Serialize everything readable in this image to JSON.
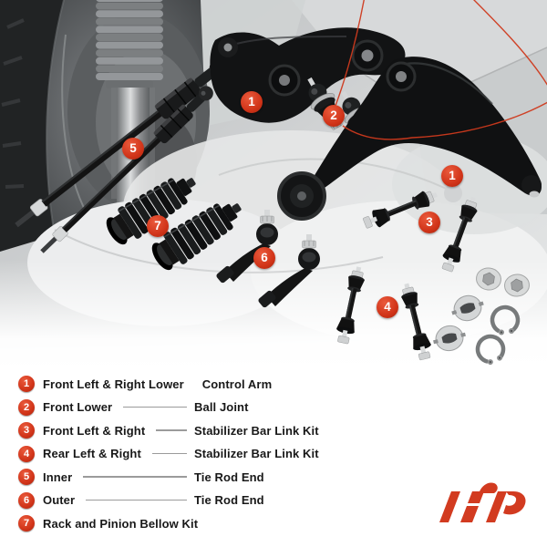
{
  "photo": {
    "description": "suspension kit parts over vehicle underbody photo",
    "markers": [
      {
        "label": "1"
      },
      {
        "label": "2"
      },
      {
        "label": "1"
      },
      {
        "label": "3"
      },
      {
        "label": "4"
      },
      {
        "label": "5"
      },
      {
        "label": "6"
      },
      {
        "label": "7"
      }
    ]
  },
  "legend": {
    "items": [
      {
        "number": "1",
        "left": "Front Left & Right Lower",
        "right": "Control Arm"
      },
      {
        "number": "2",
        "left": "Front Lower",
        "right": "Ball Joint"
      },
      {
        "number": "3",
        "left": "Front Left & Right",
        "right": "Stabilizer Bar Link Kit"
      },
      {
        "number": "4",
        "left": "Rear Left & Right",
        "right": "Stabilizer Bar Link Kit"
      },
      {
        "number": "5",
        "left": "Inner",
        "right": "Tie Rod End"
      },
      {
        "number": "6",
        "left": "Outer",
        "right": "Tie Rod End"
      },
      {
        "number": "7",
        "left": "Rack and Pinion Bellow Kit",
        "right": ""
      }
    ]
  },
  "colors": {
    "accent_red": "#d03318",
    "leader_line_red": "#cf3a1e",
    "legend_text": "#181818",
    "legend_rule": "#9b9b9b"
  }
}
